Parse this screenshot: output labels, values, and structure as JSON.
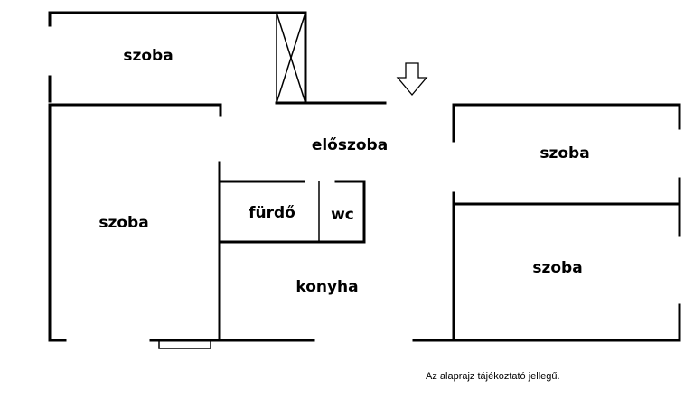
{
  "rooms": {
    "top_left": "szoba",
    "left": "szoba",
    "hall": "előszoba",
    "bath": "fürdő",
    "wc": "wc",
    "kitchen": "konyha",
    "right_top": "szoba",
    "right_bottom": "szoba"
  },
  "icons": {
    "entrance": "entrance-arrow-icon",
    "shaft": "shaft-cross-icon"
  },
  "note": "Az alaprajz tájékoztató jellegű."
}
